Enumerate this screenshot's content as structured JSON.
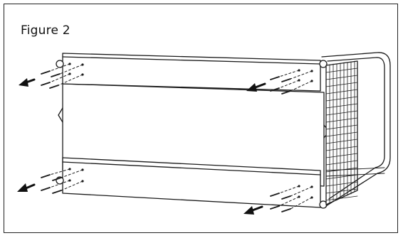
{
  "figure": {
    "title": "Figure 2"
  },
  "illustration": {
    "subject": "window-unit-cabinet-with-rails-and-mesh-guard",
    "callouts": {
      "top_left": "remove-screws-arrow",
      "top_right": "remove-screws-arrow",
      "bottom_left": "remove-screws-arrow",
      "bottom_right": "remove-screws-arrow"
    },
    "stroke_color": "#1a1a1a"
  }
}
